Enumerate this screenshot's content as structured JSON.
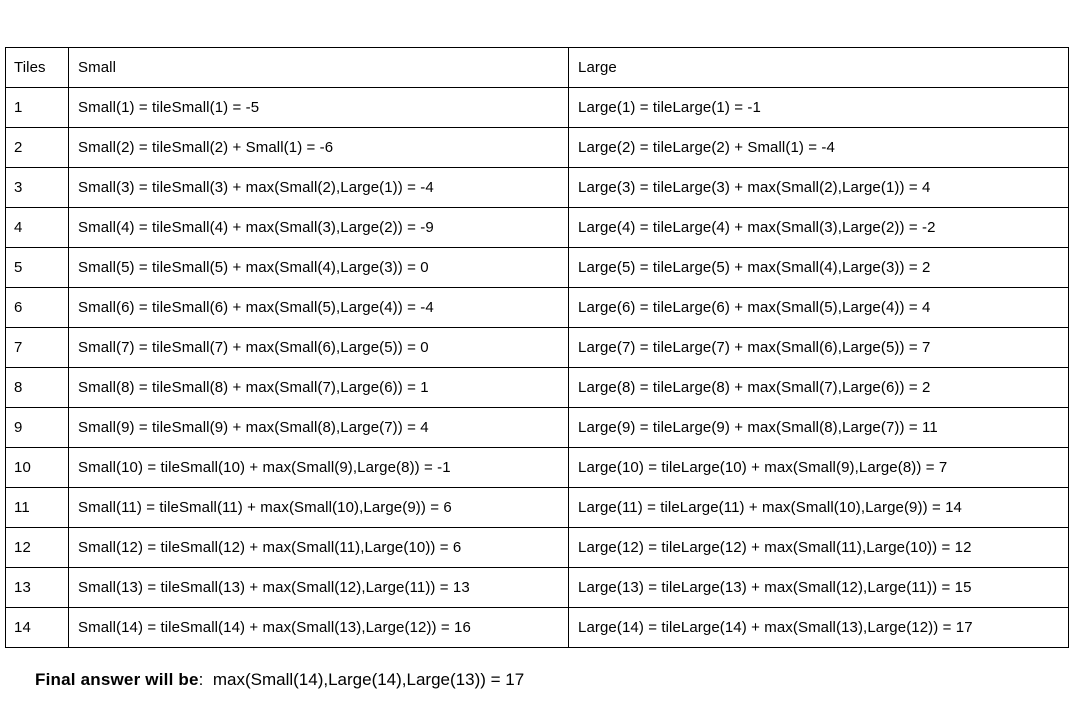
{
  "table": {
    "headers": [
      "Tiles",
      "Small",
      "Large"
    ],
    "rows": [
      {
        "tile": "1",
        "small": "Small(1) = tileSmall(1) = -5",
        "large": "Large(1) = tileLarge(1) = -1"
      },
      {
        "tile": "2",
        "small": "Small(2) = tileSmall(2) + Small(1) = -6",
        "large": "Large(2) = tileLarge(2) + Small(1) = -4"
      },
      {
        "tile": "3",
        "small": "Small(3) = tileSmall(3) + max(Small(2),Large(1)) = -4",
        "large": "Large(3) = tileLarge(3) + max(Small(2),Large(1)) = 4"
      },
      {
        "tile": "4",
        "small": "Small(4) = tileSmall(4) + max(Small(3),Large(2)) = -9",
        "large": "Large(4) = tileLarge(4) + max(Small(3),Large(2)) = -2"
      },
      {
        "tile": "5",
        "small": "Small(5) = tileSmall(5) + max(Small(4),Large(3)) = 0",
        "large": "Large(5) = tileLarge(5) + max(Small(4),Large(3)) = 2"
      },
      {
        "tile": "6",
        "small": "Small(6) = tileSmall(6) + max(Small(5),Large(4)) = -4",
        "large": "Large(6) = tileLarge(6) + max(Small(5),Large(4)) = 4"
      },
      {
        "tile": "7",
        "small": "Small(7) = tileSmall(7) + max(Small(6),Large(5)) = 0",
        "large": "Large(7) = tileLarge(7) + max(Small(6),Large(5)) = 7"
      },
      {
        "tile": "8",
        "small": "Small(8) = tileSmall(8) + max(Small(7),Large(6)) = 1",
        "large": "Large(8) = tileLarge(8) + max(Small(7),Large(6)) = 2"
      },
      {
        "tile": "9",
        "small": "Small(9) = tileSmall(9) + max(Small(8),Large(7)) = 4",
        "large": "Large(9) = tileLarge(9) + max(Small(8),Large(7)) = 11"
      },
      {
        "tile": "10",
        "small": "Small(10) = tileSmall(10) + max(Small(9),Large(8)) = -1",
        "large": "Large(10) = tileLarge(10) + max(Small(9),Large(8)) = 7"
      },
      {
        "tile": "11",
        "small": "Small(11) = tileSmall(11) + max(Small(10),Large(9)) = 6",
        "large": "Large(11) = tileLarge(11) + max(Small(10),Large(9)) = 14"
      },
      {
        "tile": "12",
        "small": "Small(12) = tileSmall(12) + max(Small(11),Large(10)) = 6",
        "large": "Large(12) = tileLarge(12) + max(Small(11),Large(10)) = 12"
      },
      {
        "tile": "13",
        "small": "Small(13) = tileSmall(13) + max(Small(12),Large(11)) = 13",
        "large": "Large(13) = tileLarge(13) + max(Small(12),Large(11)) = 15"
      },
      {
        "tile": "14",
        "small": "Small(14) = tileSmall(14) + max(Small(13),Large(12)) = 16",
        "large": "Large(14) = tileLarge(14) + max(Small(13),Large(12)) = 17"
      }
    ]
  },
  "footer": {
    "label": "Final answer will be",
    "separator": ":  ",
    "formula": "max(Small(14),Large(14),Large(13)) = 17"
  },
  "colors": {
    "background": "#ffffff",
    "text": "#000000",
    "border": "#000000"
  }
}
